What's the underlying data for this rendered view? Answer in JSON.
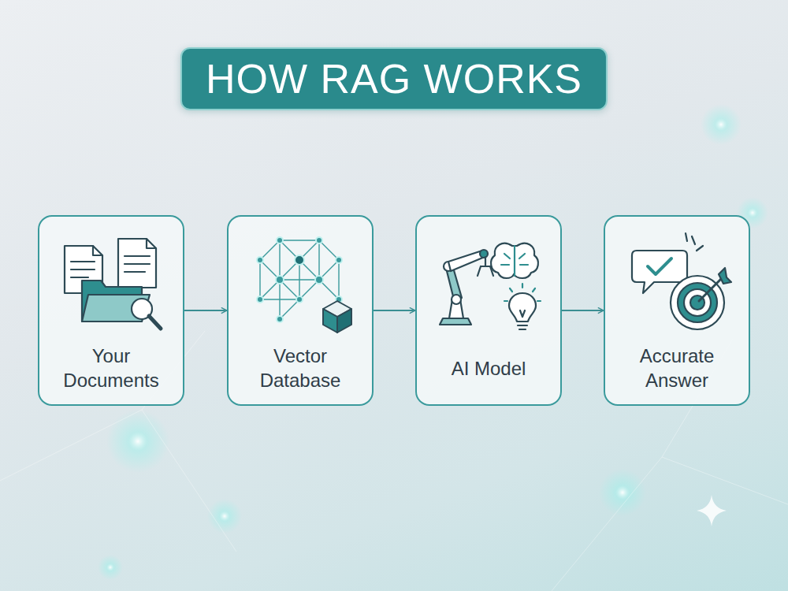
{
  "diagram": {
    "title": "HOW RAG WORKS",
    "nodes": [
      {
        "text": [
          "Your Documents"
        ]
      },
      {
        "text": [
          "Vector Database"
        ]
      },
      {
        "text": [
          "AI Model"
        ]
      },
      {
        "text": [
          "Accurate Answer"
        ]
      }
    ],
    "edges": [
      {
        "from": 0,
        "to": 1,
        "arrow": "to"
      },
      {
        "from": 1,
        "to": 2,
        "arrow": "to"
      },
      {
        "from": 2,
        "to": 3,
        "arrow": "to"
      }
    ]
  }
}
